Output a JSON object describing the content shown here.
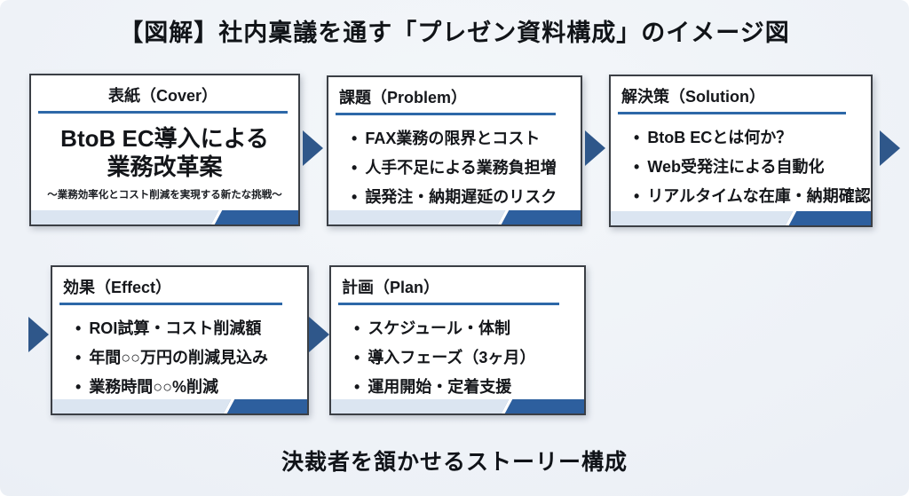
{
  "page": {
    "title": "【図解】社内稟議を通す「プレゼン資料構成」のイメージ図",
    "footer_caption": "決裁者を頷かせるストーリー構成"
  },
  "colors": {
    "accent_blue": "#2d5f9e",
    "header_underline_blue": "#2d68a8",
    "arrow_blue": "#2f578a",
    "footer_band_light": "#dbe5f1",
    "card_border": "#3b3f45",
    "background": "#ecf0f6",
    "text_dark": "#14161a"
  },
  "slides": [
    {
      "id": "cover",
      "header": "表紙（Cover）",
      "title_line1": "BtoB EC導入による",
      "title_line2": "業務改革案",
      "subtitle": "～業務効率化とコスト削減を実現する新たな挑戦～"
    },
    {
      "id": "problem",
      "header": "課題（Problem）",
      "bullets": [
        "FAX業務の限界とコスト",
        "人手不足による業務負担増",
        "誤発注・納期遅延のリスク"
      ]
    },
    {
      "id": "solution",
      "header": "解決策（Solution）",
      "bullets": [
        "BtoB ECとは何か？",
        "Web受発注による自動化",
        "リアルタイムな在庫・納期確認"
      ]
    },
    {
      "id": "effect",
      "header": "効果（Effect）",
      "bullets": [
        "ROI試算・コスト削減額",
        "年間○○万円の削減見込み",
        "業務時間○○%削減"
      ]
    },
    {
      "id": "plan",
      "header": "計画（Plan）",
      "bullets": [
        "スケジュール・体制",
        "導入フェーズ（3ヶ月）",
        "運用開始・定着支援"
      ]
    }
  ]
}
